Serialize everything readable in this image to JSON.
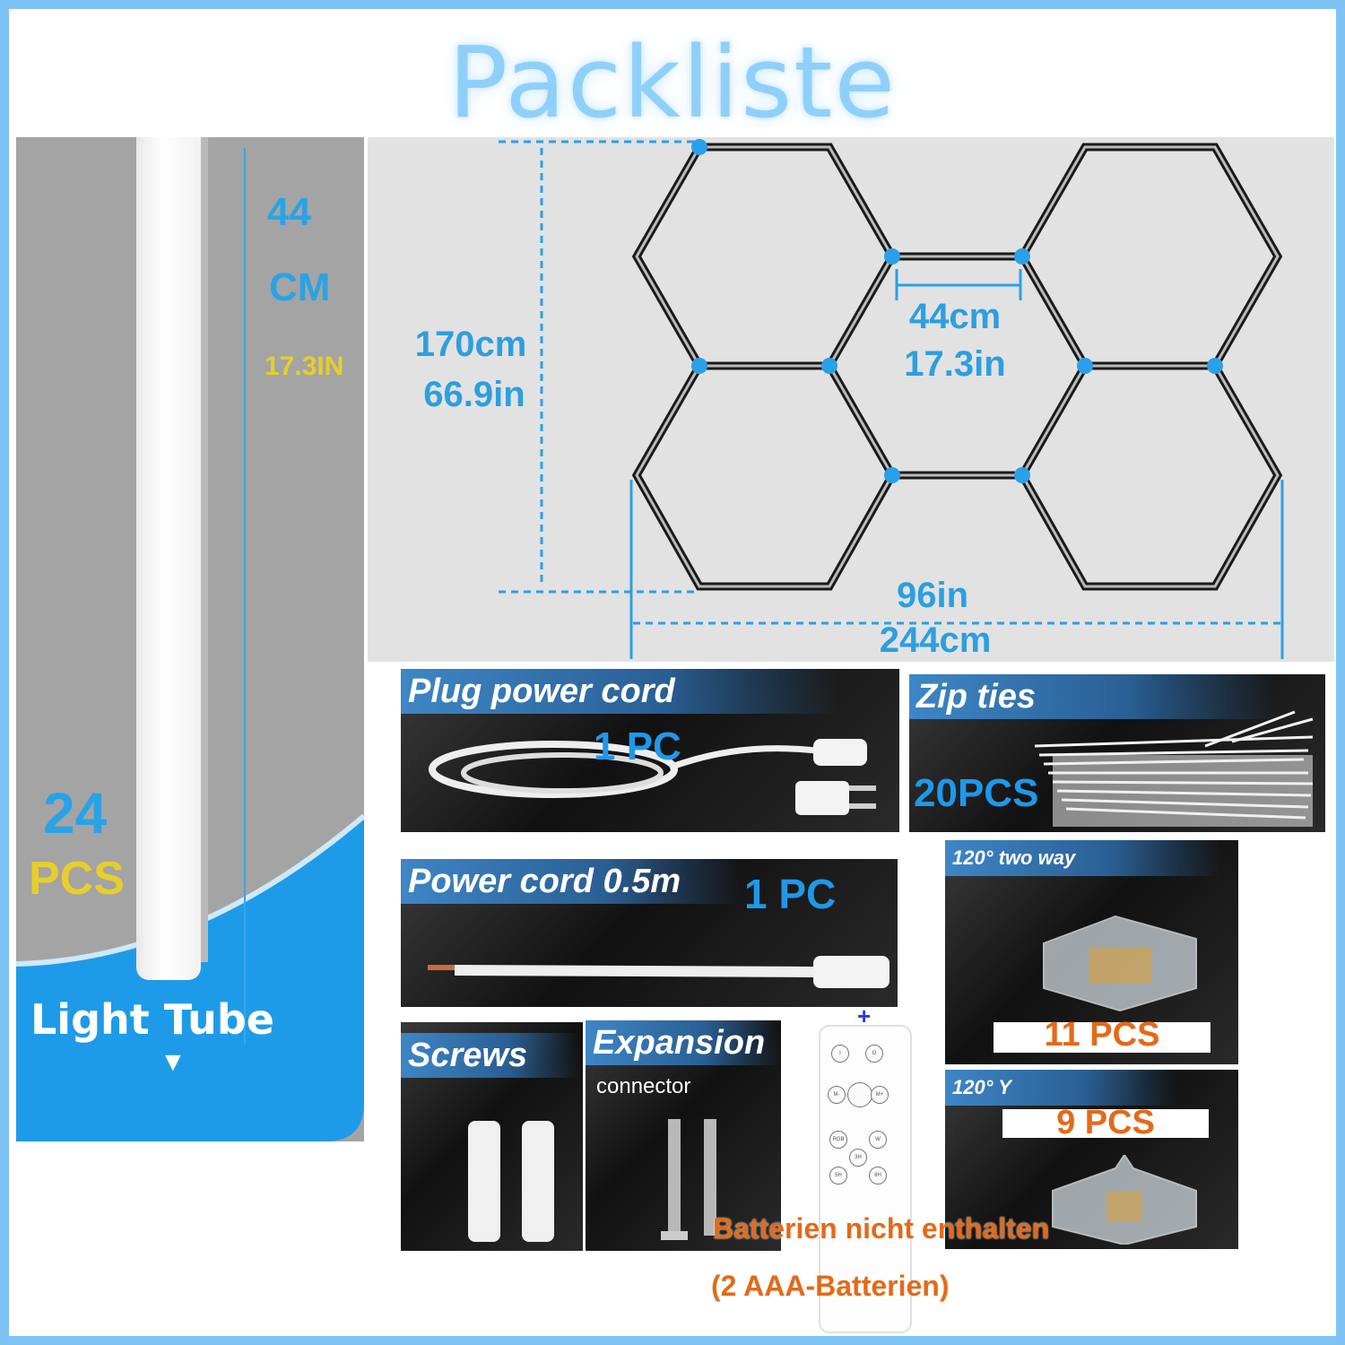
{
  "title": "Packliste",
  "light_tube": {
    "length_cm": "44",
    "length_unit": "CM",
    "length_in": "17.3IN",
    "count": "24",
    "count_unit": "PCS",
    "label": "Light Tube",
    "arrow": "▼"
  },
  "diagram": {
    "height_cm": "170cm",
    "height_in": "66.9in",
    "side_cm": "44cm",
    "side_in": "17.3in",
    "width_in": "96in",
    "width_cm": "244cm"
  },
  "items": {
    "plug_cord": {
      "label": "Plug power cord",
      "qty": "1 PC"
    },
    "zip_ties": {
      "label": "Zip ties",
      "qty": "20PCS"
    },
    "power_cord": {
      "label": "Power cord 0.5m",
      "qty": "1 PC"
    },
    "two_way": {
      "label": "120° two way",
      "qty": "11 PCS"
    },
    "y_conn": {
      "label": "120° Y",
      "qty": "9 PCS"
    },
    "screws": {
      "label": "Screws"
    },
    "expansion": {
      "label": "Expansion",
      "sub": "connector"
    }
  },
  "remote": {
    "plus": "+",
    "buttons": [
      "I",
      "O",
      "M-",
      "M+",
      "RGB",
      "W",
      "3H",
      "5H",
      "8H"
    ]
  },
  "note": {
    "line1": "Batterien nicht enthalten",
    "line2": "(2 AAA-Batterien)"
  },
  "colors": {
    "accent_blue": "#29a3e6",
    "yellow": "#e6cf2a",
    "orange": "#e36a19",
    "border": "#7cc3f3"
  }
}
